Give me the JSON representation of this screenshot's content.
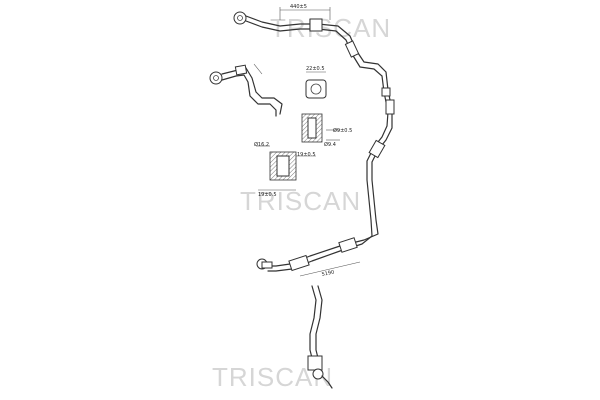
{
  "watermark": "TRISCAN",
  "dimensions": {
    "top_length": "440±5",
    "upper_small": "22±0.5",
    "section_a_1": "Ø9±0.5",
    "section_a_2": "Ø9.4",
    "section_b_1": "Ø16.2",
    "section_b_2": "19±0.5",
    "section_b_3": "19±0.5",
    "lower_length": "5190"
  }
}
